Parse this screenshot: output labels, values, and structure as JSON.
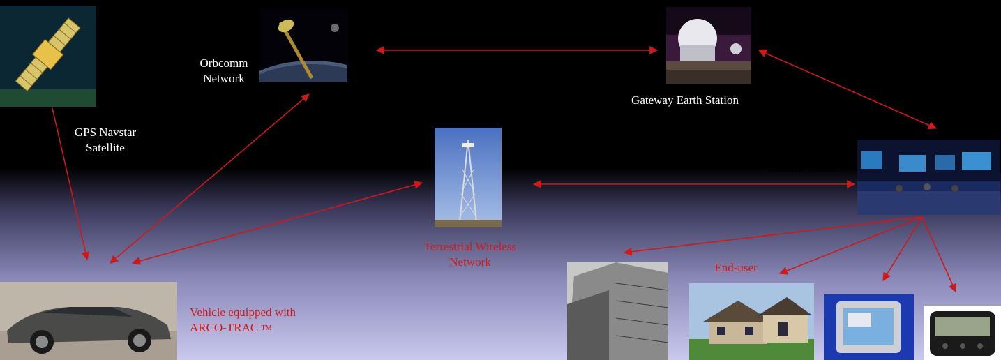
{
  "nodes": {
    "gps": {
      "label_line1": "GPS Navstar",
      "label_line2": "Satellite"
    },
    "orbcomm": {
      "label_line1": "Orbcomm",
      "label_line2": "Network"
    },
    "gateway": {
      "label": "Gateway Earth Station"
    },
    "terrestrial": {
      "label_line1": "Terrestrial Wireless",
      "label_line2": "Network"
    },
    "control": {
      "label": "Control Center"
    },
    "vehicle": {
      "label_line1": "Vehicle equipped with",
      "label_line2": "ARCO-TRAC",
      "trademark": "TM"
    },
    "enduser": {
      "label": "End-user"
    }
  },
  "colors": {
    "arrow": "#d01818",
    "label_white": "#ffffff",
    "label_red": "#d41818"
  },
  "connections": [
    {
      "from": "gps",
      "to": "vehicle",
      "direction": "one-way"
    },
    {
      "from": "orbcomm",
      "to": "vehicle",
      "direction": "two-way"
    },
    {
      "from": "terrestrial",
      "to": "vehicle",
      "direction": "two-way"
    },
    {
      "from": "orbcomm",
      "to": "gateway",
      "direction": "two-way"
    },
    {
      "from": "gateway",
      "to": "control",
      "direction": "two-way"
    },
    {
      "from": "terrestrial",
      "to": "control",
      "direction": "two-way"
    },
    {
      "from": "control",
      "to": "office-building",
      "direction": "one-way"
    },
    {
      "from": "control",
      "to": "house",
      "direction": "one-way"
    },
    {
      "from": "control",
      "to": "computer-monitor",
      "direction": "one-way"
    },
    {
      "from": "control",
      "to": "pager",
      "direction": "one-way"
    }
  ]
}
